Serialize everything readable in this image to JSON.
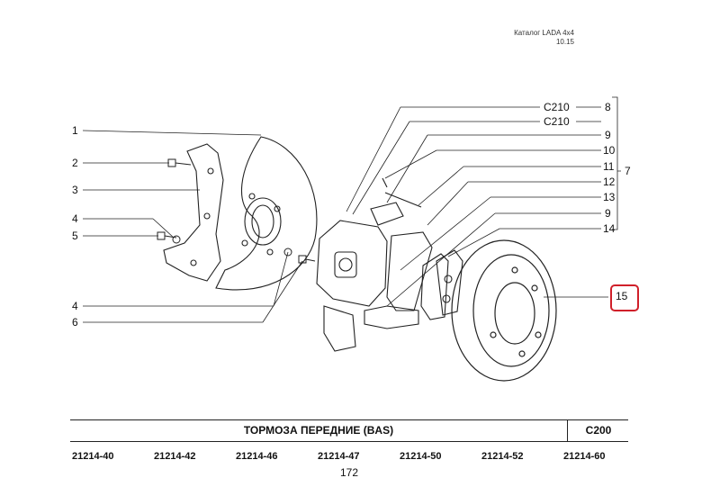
{
  "header": {
    "catalog": "Каталог  LADA  4x4",
    "version": "10.15"
  },
  "left_labels": [
    "1",
    "2",
    "3",
    "4",
    "5",
    "4",
    "6"
  ],
  "right_labels": [
    {
      "ref": "C210",
      "num": "8"
    },
    {
      "ref": "C210",
      "num": ""
    },
    {
      "ref": "",
      "num": "9"
    },
    {
      "ref": "",
      "num": "10"
    },
    {
      "ref": "",
      "num": "11"
    },
    {
      "ref": "",
      "num": "12"
    },
    {
      "ref": "",
      "num": "13"
    },
    {
      "ref": "",
      "num": "9"
    },
    {
      "ref": "",
      "num": "14"
    }
  ],
  "group_label": "7",
  "highlighted_label": "15",
  "highlight_color": "#d0202a",
  "footer": {
    "title": "ТОРМОЗА  ПЕРЕДНИЕ  (BAS)",
    "code": "C200",
    "models": [
      "21214-40",
      "21214-42",
      "21214-46",
      "21214-47",
      "21214-50",
      "21214-52",
      "21214-60"
    ],
    "page": "172"
  }
}
